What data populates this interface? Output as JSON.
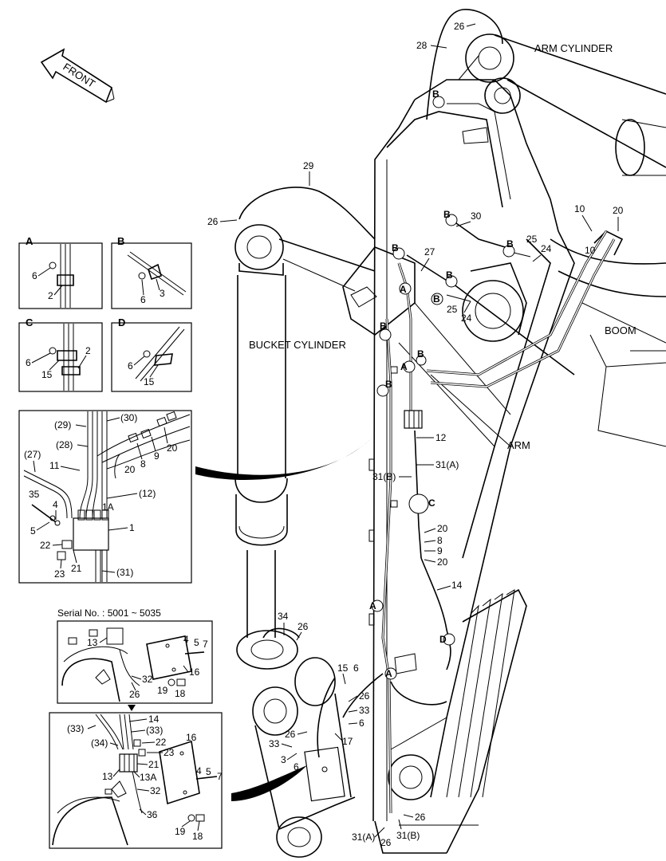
{
  "labels": {
    "front": "FRONT",
    "arm_cylinder": "ARM CYLINDER",
    "bucket_cylinder": "BUCKET CYLINDER",
    "boom": "BOOM",
    "arm": "ARM",
    "serial": "Serial No. : 5001 ~ 5035"
  },
  "detail_keys": {
    "a": "A",
    "b": "B",
    "c": "C",
    "d": "D"
  },
  "detail_a": {
    "n1": "6",
    "n2": "2"
  },
  "detail_b": {
    "n1": "6",
    "n2": "3"
  },
  "detail_c": {
    "n1": "6",
    "n2": "15",
    "n3": "2"
  },
  "detail_d": {
    "n1": "6",
    "n2": "15"
  },
  "inset_manifold": {
    "n29": "(29)",
    "n30": "(30)",
    "n28": "(28)",
    "n27": "(27)",
    "n11": "11",
    "n20a": "20",
    "n8": "8",
    "n9": "9",
    "n20b": "20",
    "n35": "35",
    "n4": "4",
    "n12": "(12)",
    "n1A": "1A",
    "n5": "5",
    "n1": "1",
    "n22": "22",
    "n23": "23",
    "n21": "21",
    "n31": "(31)"
  },
  "inset_serial": {
    "n13": "13",
    "n4": "4",
    "n5": "5",
    "n7": "7",
    "n16": "16",
    "n32": "32",
    "n26": "26",
    "n19": "19",
    "n18": "18"
  },
  "inset_lower": {
    "n33a": "(33)",
    "n14": "14",
    "n33b": "(33)",
    "n34": "(34)",
    "n22": "22",
    "n23": "23",
    "n16": "16",
    "n13": "13",
    "n21": "21",
    "n13A": "13A",
    "n4": "4",
    "n5": "5",
    "n7": "7",
    "n32": "32",
    "n36": "36",
    "n19": "19",
    "n18": "18"
  },
  "main_callouts": {
    "c26_top": "26",
    "c28": "28",
    "c29": "29",
    "c26_left": "26",
    "c30": "30",
    "c27": "27",
    "c25a": "25",
    "c24a": "24",
    "c25b": "25",
    "c24b": "24",
    "c10a": "10",
    "c10b": "10",
    "c20_top": "20",
    "c12": "12",
    "c31A": "31(A)",
    "c31B": "31(B)",
    "c20a": "20",
    "c8": "8",
    "c9": "9",
    "c20b": "20",
    "c14": "14",
    "c34": "34",
    "c26_mid": "26",
    "c15": "15",
    "c6a": "6",
    "c26b": "26",
    "c33a": "33",
    "c6b": "6",
    "c26c": "26",
    "c33b": "33",
    "c17": "17",
    "c3": "3",
    "c6c": "6",
    "c26_bot": "26",
    "c31A_bot": "31(A)",
    "c26_bot2": "26",
    "c31B_bot": "31(B)"
  },
  "markers": {
    "b1": "B",
    "b2": "B",
    "b3": "B",
    "b4": "B",
    "b5": "B",
    "b6": "B",
    "b7": "B",
    "b8": "B",
    "a1": "A",
    "a2": "A",
    "a3": "A",
    "a4": "A",
    "c1": "C",
    "d1": "D"
  }
}
